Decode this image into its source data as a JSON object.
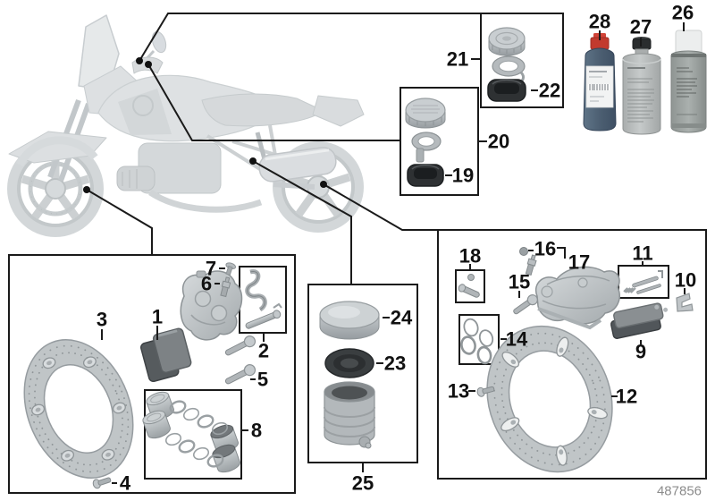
{
  "figure_number": "487856",
  "callouts": {
    "c1": "1",
    "c2": "2",
    "c3": "3",
    "c4": "4",
    "c5": "5",
    "c6": "6",
    "c7": "7",
    "c8": "8",
    "c9": "9",
    "c10": "10",
    "c11": "11",
    "c12": "12",
    "c13": "13",
    "c14": "14",
    "c15": "15",
    "c16": "16",
    "c17": "17",
    "c18": "18",
    "c19": "19",
    "c20": "20",
    "c21": "21",
    "c22": "22",
    "c23": "23",
    "c24": "24",
    "c25": "25",
    "c26": "26",
    "c27": "27",
    "c28": "28"
  }
}
